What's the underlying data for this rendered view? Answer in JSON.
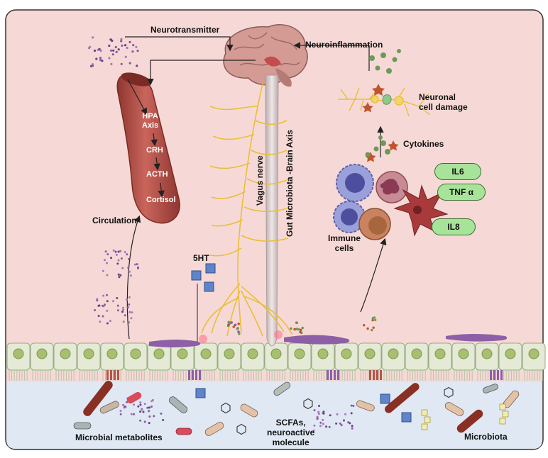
{
  "labels": {
    "neurotransmitter": "Neurotransmitter",
    "neuroinflammation": "Neuroinflammation",
    "neuronal_damage_line1": "Neuronal",
    "neuronal_damage_line2": "cell damage",
    "cytokines": "Cytokines",
    "hpa_line1": "HPA",
    "hpa_line2": "Axis",
    "crh": "CRH",
    "acth": "ACTH",
    "cortisol": "Cortisol",
    "circulation": "Circulation",
    "vagus_nerve": "Vagus nerve",
    "gut_brain_axis": "Gut Microbiota -Brain Axis",
    "five_ht": "5HT",
    "immune_line1": "Immune",
    "immune_line2": "cells",
    "microbial_metabolites": "Microbial metabolites",
    "scfas_line1": "SCFAs,",
    "scfas_line2": "neuroactive",
    "scfas_line3": "molecule",
    "microbiota": "Microbiota"
  },
  "cytokine_pills": [
    "IL6",
    "TNF α",
    "IL8"
  ],
  "colors": {
    "background": "#f6d9d6",
    "lumen": "#dfe8f3",
    "epithelium": "#dfe6cf",
    "nucleus": "#a7bf6f",
    "hpa_tube": "#b9574f",
    "brain": "#d49a94",
    "nerve": "#e9bf38",
    "immune_purple": "#7c7fc4",
    "macrophage": "#c98360",
    "dendritic": "#a93a3b",
    "pill_fill": "#a8e39a",
    "serotonin_square": "#5f84c9",
    "particle_purple": "#8a5aa0",
    "particle_green": "#6c9a55"
  }
}
